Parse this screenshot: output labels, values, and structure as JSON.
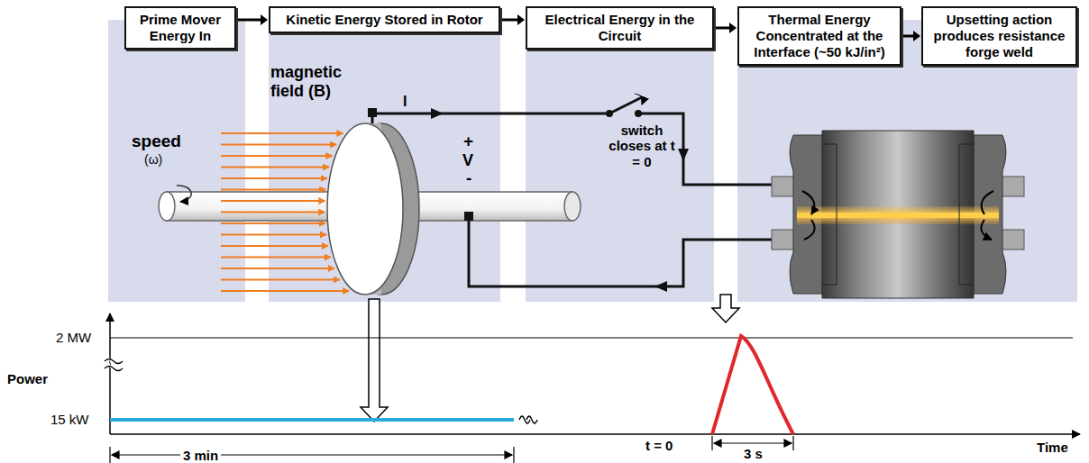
{
  "diagram": {
    "nodes": [
      {
        "text": [
          "Prime Mover Energy In"
        ]
      },
      {
        "text": [
          "Kinetic Energy Stored in Rotor"
        ]
      },
      {
        "text": [
          "Electrical Energy in the Circuit"
        ]
      },
      {
        "text": [
          "Thermal Energy Concentrated at the Interface (~50 kJ/in²)"
        ]
      },
      {
        "text": [
          "Upsetting action produces resistance forge weld"
        ]
      }
    ],
    "edges": [
      {
        "from": 0,
        "to": 1,
        "arrow": "to"
      },
      {
        "from": 1,
        "to": 2,
        "arrow": "to"
      },
      {
        "from": 2,
        "to": 3,
        "arrow": "to"
      },
      {
        "from": 3,
        "to": 4,
        "arrow": "to"
      }
    ],
    "labels": [
      "speed",
      "(ω)",
      "magnetic field (B)",
      "I",
      "+",
      "V",
      "-",
      "switch closes at t = 0",
      "2 MW",
      "Power",
      "15 kW",
      "3 min",
      "t = 0",
      "3 s",
      "Time"
    ]
  }
}
